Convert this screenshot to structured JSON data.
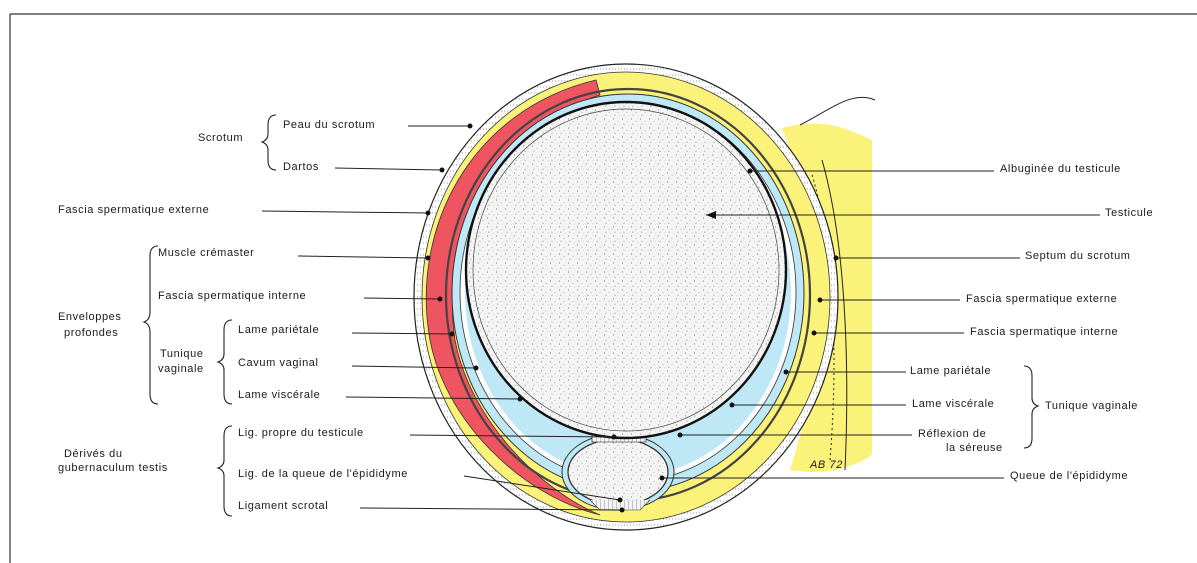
{
  "diagram": {
    "colors": {
      "fat": "#fbf27a",
      "muscle": "#ef5560",
      "serous": "#bfe8f7",
      "testis_fill": "#f3f3f3"
    },
    "labels": {
      "scrotum": "Scrotum",
      "peau_du_scrotum": "Peau du scrotum",
      "dartos": "Dartos",
      "fascia_sperm_ext_left": "Fascia spermatique externe",
      "muscle_cremaster": "Muscle crémaster",
      "enveloppes": "Enveloppes",
      "profondes": "profondes",
      "fascia_sperm_int_left": "Fascia spermatique interne",
      "tunique": "Tunique",
      "vaginale": "vaginale",
      "lame_parietale_left": "Lame pariétale",
      "cavum_vaginal": "Cavum vaginal",
      "lame_viscerale_left": "Lame viscérale",
      "derives_du": "Dérivés du",
      "gubernaculum_testis": "gubernaculum testis",
      "lig_propre": "Lig. propre du testicule",
      "lig_queue": "Lig. de la queue de l'épididyme",
      "ligament_scrotal": "Ligament scrotal",
      "albuginee": "Albuginée du testicule",
      "testicule": "Testicule",
      "septum": "Septum du scrotum",
      "fascia_sperm_ext_right": "Fascia spermatique externe",
      "fascia_sperm_int_right": "Fascia spermatique interne",
      "lame_parietale_right": "Lame pariétale",
      "lame_viscerale_right": "Lame viscérale",
      "tunique_vaginale_right": "Tunique vaginale",
      "reflexion_de": "Réflexion de",
      "la_sereuse": "la séreuse",
      "queue_epididyme": "Queue de l'épididyme",
      "signature": "AB 72"
    }
  }
}
